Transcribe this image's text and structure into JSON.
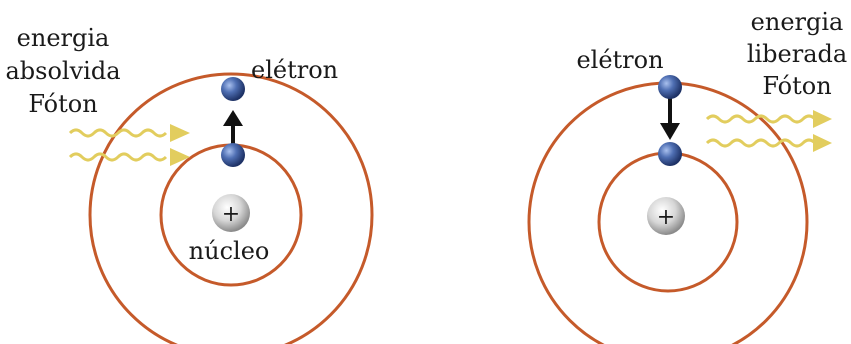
{
  "left_panel": {
    "energy_label_line1": "energia",
    "energy_label_line2": "absolvida",
    "energy_label_line3": "Fóton",
    "electron_label": "elétron",
    "nucleus_label": "núcleo",
    "nucleus_symbol": "+"
  },
  "right_panel": {
    "energy_label_line1": "energia",
    "energy_label_line2": "liberada",
    "energy_label_line3": "Fóton",
    "electron_label": "elétron",
    "nucleus_symbol": "+"
  },
  "colors": {
    "orbit": "#c55a2a",
    "photon_wave": "#e2cd5e",
    "electron": "#4a68a8",
    "arrow": "#111111"
  }
}
